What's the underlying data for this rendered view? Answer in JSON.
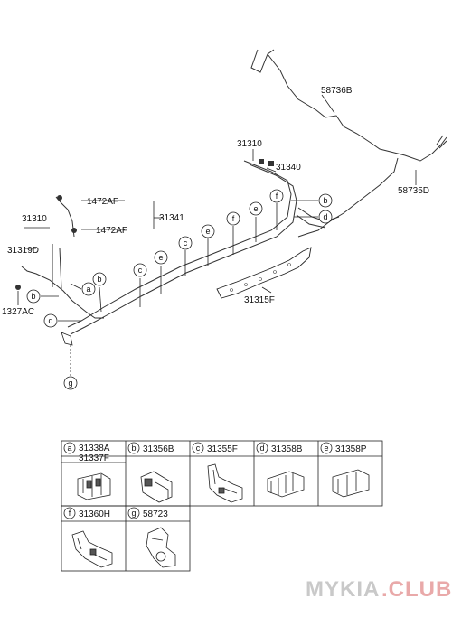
{
  "callouts": {
    "p58736B": "58736B",
    "p31310_top": "31310",
    "p31340": "31340",
    "p58735D": "58735D",
    "p1472AF_1": "1472AF",
    "p1472AF_2": "1472AF",
    "p31341": "31341",
    "p31310_left": "31310",
    "p31319D": "31319D",
    "p1327AC": "1327AC",
    "p31315F": "31315F"
  },
  "circle_letters": {
    "a": "a",
    "b": "b",
    "c": "c",
    "d": "d",
    "e": "e",
    "f": "f",
    "g": "g"
  },
  "legend": {
    "items": [
      {
        "letter": "a",
        "parts": [
          "31338A",
          "31337F"
        ]
      },
      {
        "letter": "b",
        "parts": [
          "31356B"
        ]
      },
      {
        "letter": "c",
        "parts": [
          "31355F"
        ]
      },
      {
        "letter": "d",
        "parts": [
          "31358B"
        ]
      },
      {
        "letter": "e",
        "parts": [
          "31358P"
        ]
      },
      {
        "letter": "f",
        "parts": [
          "31360H"
        ]
      },
      {
        "letter": "g",
        "parts": [
          "58723"
        ]
      }
    ]
  },
  "watermark": {
    "part1": "MYKIA",
    "part2": ".CLUB"
  },
  "colors": {
    "line": "#222222",
    "watermark_main": "#c9c9c9",
    "watermark_accent": "#e9a9a9"
  }
}
